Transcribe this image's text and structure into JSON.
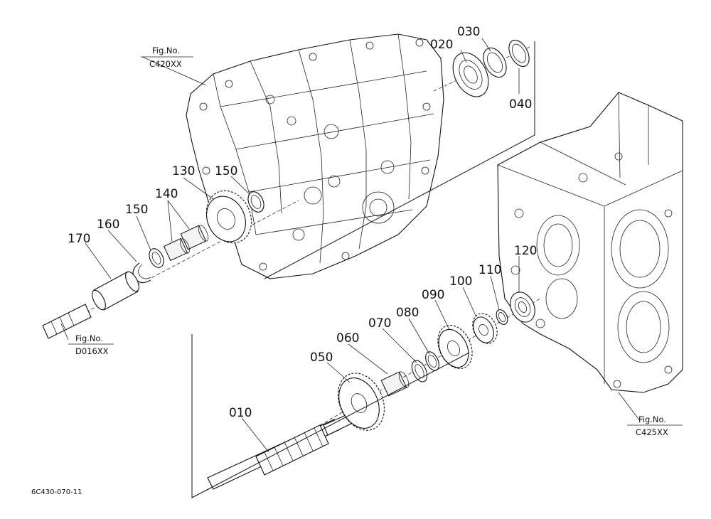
{
  "figure": {
    "code": "6C430-070-11"
  },
  "fig_refs": [
    {
      "id": "c420",
      "label1": "Fig.No.",
      "label2": "C420XX"
    },
    {
      "id": "d016",
      "label1": "Fig.No.",
      "label2": "D016XX"
    },
    {
      "id": "c425",
      "label1": "Fig.No.",
      "label2": "C425XX"
    }
  ],
  "callouts": [
    {
      "id": "p010",
      "label": "010"
    },
    {
      "id": "p020",
      "label": "020"
    },
    {
      "id": "p030",
      "label": "030"
    },
    {
      "id": "p040",
      "label": "040"
    },
    {
      "id": "p050",
      "label": "050"
    },
    {
      "id": "p060",
      "label": "060"
    },
    {
      "id": "p070",
      "label": "070"
    },
    {
      "id": "p080",
      "label": "080"
    },
    {
      "id": "p090",
      "label": "090"
    },
    {
      "id": "p100",
      "label": "100"
    },
    {
      "id": "p110",
      "label": "110"
    },
    {
      "id": "p120",
      "label": "120"
    },
    {
      "id": "p130",
      "label": "130"
    },
    {
      "id": "p140",
      "label": "140"
    },
    {
      "id": "p150a",
      "label": "150"
    },
    {
      "id": "p150b",
      "label": "150"
    },
    {
      "id": "p160",
      "label": "160"
    },
    {
      "id": "p170",
      "label": "170"
    }
  ]
}
